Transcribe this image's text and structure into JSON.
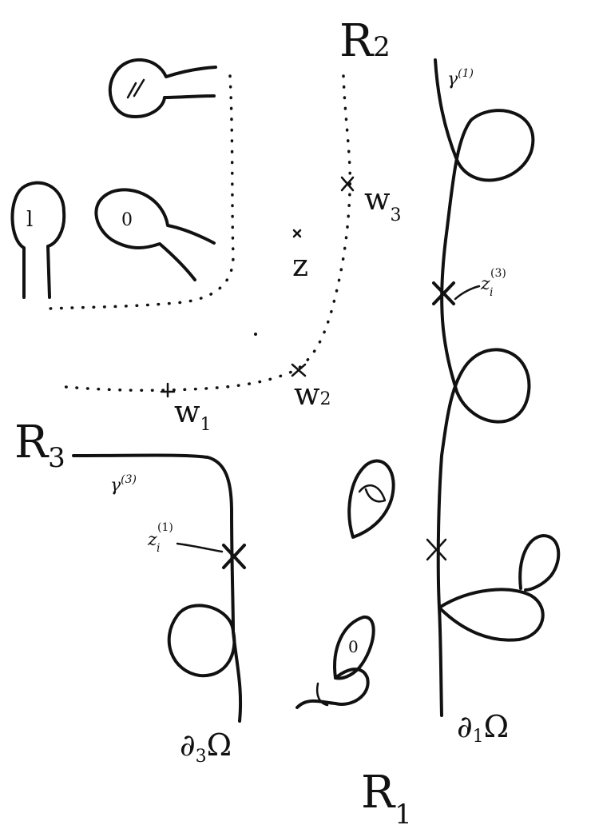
{
  "labels": {
    "r1": "R",
    "r1_sub": "1",
    "r2": "R",
    "r2_sub": "2",
    "r3": "R",
    "r3_sub": "3",
    "w1": "w",
    "w1_sub": "1",
    "w2": "w",
    "w2_sub": "2",
    "w3": "w",
    "w3_sub": "3",
    "z": "z",
    "gamma1": "γ",
    "gamma1_sup": "(1)",
    "gamma3": "γ",
    "gamma3_sup": "(3)",
    "zi3": "z",
    "zi3_sub": "i",
    "zi3_sup": "(3)",
    "zi1": "z",
    "zi1_sub": "i",
    "zi1_sup": "(1)",
    "boundary1": "∂",
    "boundary1_sub": "1",
    "boundary1_omega": "Ω",
    "boundary3": "∂",
    "boundary3_sub": "3",
    "boundary3_omega": "Ω",
    "loop_mark_1": "l",
    "loop_mark_2": "0",
    "loop_mark_3": "0"
  }
}
